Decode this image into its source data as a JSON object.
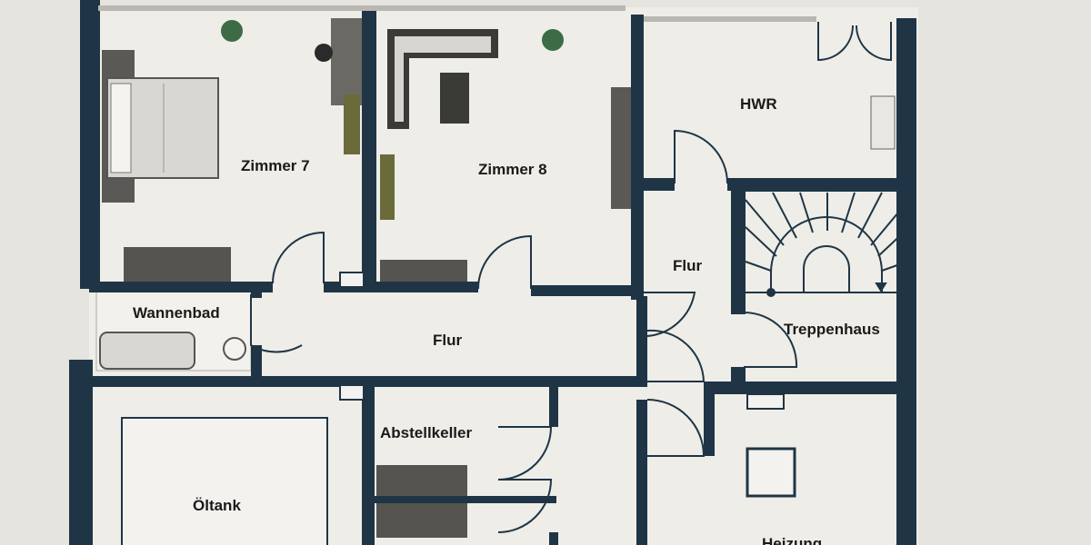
{
  "plan": {
    "rooms": [
      {
        "id": "zimmer-7",
        "label": "Zimmer 7"
      },
      {
        "id": "zimmer-8",
        "label": "Zimmer 8"
      },
      {
        "id": "hwr",
        "label": "HWR"
      },
      {
        "id": "flur-upper",
        "label": "Flur"
      },
      {
        "id": "wannenbad",
        "label": "Wannenbad"
      },
      {
        "id": "flur-main",
        "label": "Flur"
      },
      {
        "id": "treppenhaus",
        "label": "Treppenhaus"
      },
      {
        "id": "abstellkeller",
        "label": "Abstellkeller"
      },
      {
        "id": "oeltank",
        "label": "Öltank"
      },
      {
        "id": "heizung",
        "label": "Heizung"
      }
    ]
  },
  "colors": {
    "wall": "#1f3545",
    "floor": "#eeede8",
    "furniture": "#4d4c48",
    "furniture_light": "#c9c8c2",
    "plant": "#3d6b45"
  }
}
